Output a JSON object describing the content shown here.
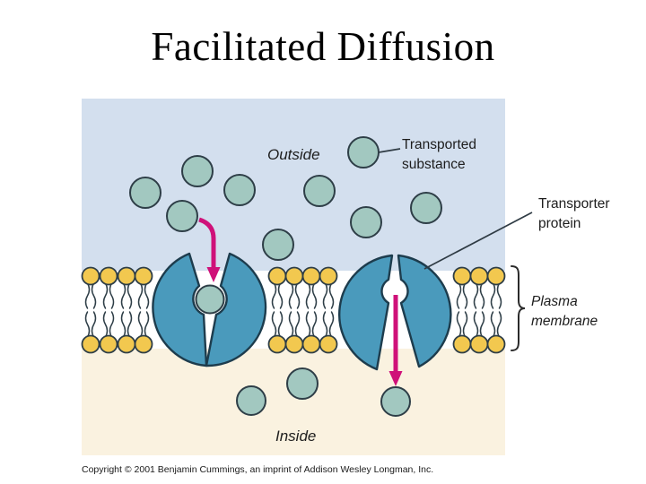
{
  "slide": {
    "title": "Facilitated Diffusion",
    "copyright": "Copyright © 2001 Benjamin Cummings, an imprint of Addison Wesley Longman, Inc."
  },
  "labels": {
    "outside": "Outside",
    "inside": "Inside",
    "transported_substance_1": "Transported",
    "transported_substance_2": "substance",
    "transporter_protein_1": "Transporter",
    "transporter_protein_2": "protein",
    "plasma_membrane_1": "Plasma",
    "plasma_membrane_2": "membrane"
  },
  "colors": {
    "outside-bg": "#d3dfee",
    "membrane-bg": "#ffffff",
    "inside-bg": "#faf2e0",
    "lipid-head": "#f2c84f",
    "outline-dark": "#2e3e47",
    "protein-fill": "#4a9abc",
    "protein-outline": "#1d3c4d",
    "molecule-fill": "#a2c8c0",
    "arrow-pink": "#cf1179",
    "label-text": "#1d1d1d",
    "title-text": "#000000"
  }
}
